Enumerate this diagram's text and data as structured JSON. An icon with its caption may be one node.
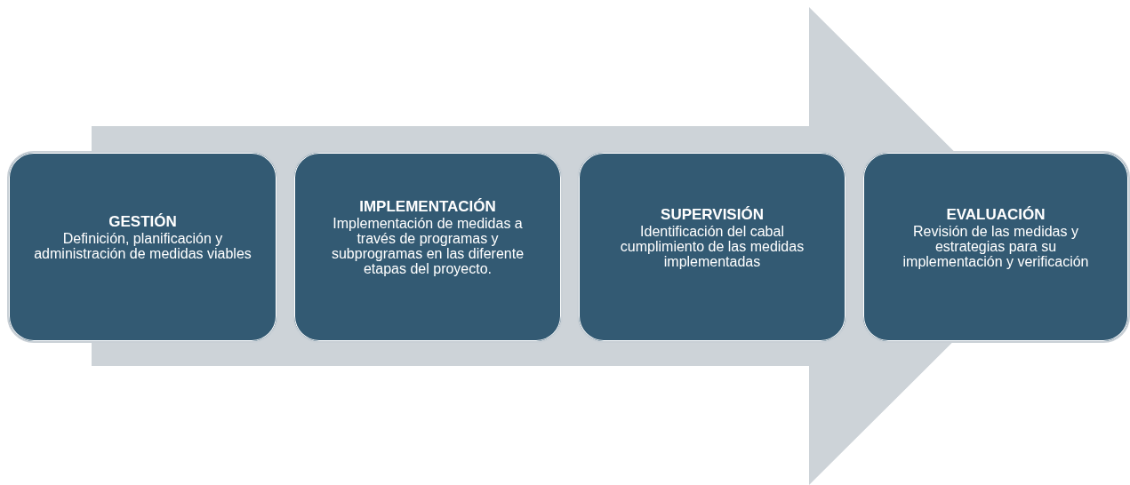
{
  "diagram": {
    "nodes": [
      {
        "text": [
          "GESTIÓN",
          "Definición, planificación y administración de medidas viables"
        ]
      },
      {
        "text": [
          "IMPLEMENTACIÓN",
          "Implementación de medidas a través de programas y subprogramas en las diferente etapas del proyecto."
        ]
      },
      {
        "text": [
          "SUPERVISIÓN",
          "Identificación del cabal cumplimiento de las medidas implementadas"
        ]
      },
      {
        "text": [
          "EVALUACIÓN",
          "Revisión de las medidas y estrategias para su implementación y verificación"
        ]
      }
    ],
    "edges": [
      {
        "from": 0,
        "to": 3,
        "arrow": "to"
      }
    ]
  }
}
